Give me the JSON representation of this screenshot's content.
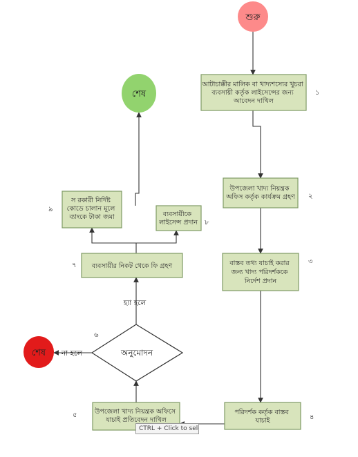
{
  "nodes": {
    "start": "শুরু",
    "end_top": "শেষ",
    "end_left": "শেষ",
    "step1": [
      "আটাচাক্কীর মালিক বা খাদ্যশস্যের খুচরা",
      "ব্যবসায়ী কর্তৃক লাইসেন্সের জন্য",
      "আবেদন দাখিল"
    ],
    "step2": [
      "উপজেলা খাদ্য নিয়ন্ত্রক",
      "অফিস কর্তৃক কার্যক্রম গ্রহণ"
    ],
    "step3": [
      "বাস্তব তথ্য যাচাই করার",
      "জন্য খাদ্য পরিদর্শককে",
      "নির্দেশ প্রদান"
    ],
    "step4": [
      "পরিদর্শক কর্তৃক বাস্তব",
      "যাচাই"
    ],
    "step5": [
      "উপজেলা খাদ্য নিয়ন্ত্রক অফিসে",
      "যাচাই প্রতিবেদন দাখিল"
    ],
    "decision": "অনুমোদন",
    "step7": [
      "ব্যবসায়ীর নিকট থেকে ফি গ্রহণ"
    ],
    "step8": [
      "ব্যবসায়ীকে",
      "লাইসেন্স প্রদান"
    ],
    "step9": [
      "স রকারী নির্দিষ্ট",
      "কোডে চালান মূলে",
      "ব্যাংকে টাকা জমা"
    ]
  },
  "numbers": {
    "n1": "১",
    "n2": "২",
    "n3": "৩",
    "n4": "৪",
    "n5": "৫",
    "n6": "৬",
    "n7": "৭",
    "n8": "৮",
    "n9": "৯"
  },
  "edge_labels": {
    "yes": "হ্যা হলে",
    "no": "না হলে"
  },
  "tooltip": "CTRL + Click to select",
  "colors": {
    "box_fill": "#d8e4bc",
    "box_stroke": "#7f9a65",
    "start_fill": "#fd8a8a",
    "end_top_fill": "#92d36e",
    "end_left_fill": "#e21b1b"
  }
}
